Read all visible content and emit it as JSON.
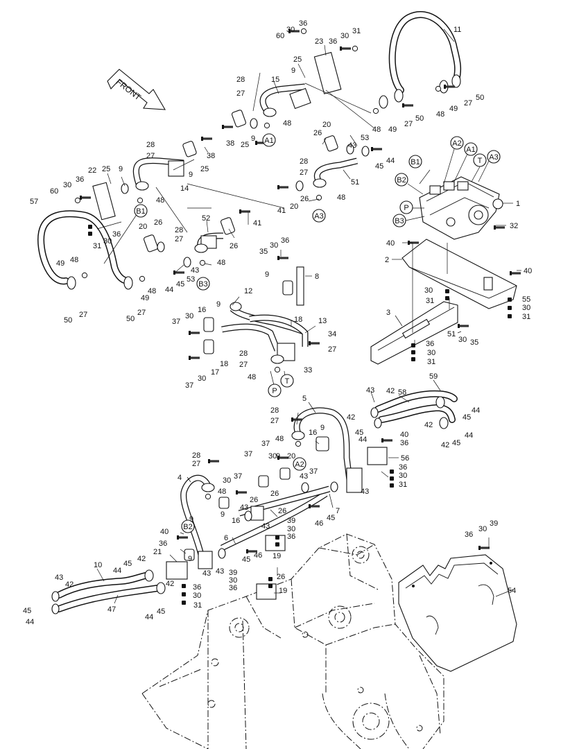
{
  "diagram": {
    "direction_arrow": {
      "label": "FRONT"
    },
    "callouts": {
      "c11": "11",
      "c36a": "36",
      "c30a": "30",
      "c60a": "60",
      "c23": "23",
      "c36b": "36",
      "c30b": "30",
      "c31a": "31",
      "c25a": "25",
      "c9a": "9",
      "c28a": "28",
      "c15": "15",
      "c27a": "27",
      "c48a": "48",
      "c49a": "49",
      "c27b": "27",
      "c50a": "50",
      "c48b": "48",
      "c49b": "49",
      "c27c": "27",
      "c50b": "50",
      "c38a": "38",
      "c25b": "25",
      "c9b": "9",
      "c48c": "48",
      "c20a": "20",
      "c26a": "26",
      "c53a": "53",
      "c43a": "43",
      "c45a": "45",
      "c44a": "44",
      "c28b": "28",
      "c27d": "27",
      "c38b": "38",
      "c25c": "25",
      "c9c": "9",
      "c14": "14",
      "c22": "22",
      "c25d": "25",
      "c9d": "9",
      "c36c": "36",
      "c30c": "30",
      "c60b": "60",
      "c48d": "48",
      "c57": "57",
      "c28c": "28",
      "c27e": "27",
      "c26b": "26",
      "c48e": "48",
      "c41a": "41",
      "c20b": "20",
      "c51a": "51",
      "c31b": "31",
      "c30d": "30",
      "c36d": "36",
      "c20c": "20",
      "c26c": "26",
      "c28d": "28",
      "c27f": "27",
      "c52": "52",
      "c41b": "41",
      "c26d": "26",
      "c35a": "35",
      "c30e": "30",
      "c36e": "36",
      "c49c": "49",
      "c48f": "48",
      "c45b": "45",
      "c53b": "53",
      "c43b": "43",
      "c48g": "48",
      "c44b": "44",
      "c48h": "48",
      "c49d": "49",
      "c27g": "27",
      "c50c": "50",
      "c50d": "50",
      "c27h": "27",
      "c9e": "9",
      "c8": "8",
      "c12": "12",
      "c9f": "9",
      "c16a": "16",
      "c18a": "18",
      "c13": "13",
      "c37a": "37",
      "c30f": "30",
      "c34": "34",
      "c27i": "27",
      "c28e": "28",
      "c27j": "27",
      "c17": "17",
      "c18b": "18",
      "c33": "33",
      "c48i": "48",
      "c37b": "37",
      "c30g": "30",
      "c1": "1",
      "c32": "32",
      "c40a": "40",
      "c2": "2",
      "c40b": "40",
      "c30h": "30",
      "c31c": "31",
      "c55": "55",
      "c30i": "30",
      "c31d": "31",
      "c3": "3",
      "c51b": "51",
      "c30j": "30",
      "c35b": "35",
      "c36f": "36",
      "c30k": "30",
      "c31e": "31",
      "c59": "59",
      "c43c": "43",
      "c42a": "42",
      "c58": "58",
      "c44c": "44",
      "c45c": "45",
      "c42b": "42",
      "c42c": "42",
      "c44d": "44",
      "c45d": "45",
      "c44e": "44",
      "c5": "5",
      "c28f": "28",
      "c27k": "27",
      "c48j": "48",
      "c16b": "16",
      "c9g": "9",
      "c40c": "40",
      "c36g": "36",
      "c56": "56",
      "c36h": "36",
      "c30l": "30",
      "c31f": "31",
      "c37c": "37",
      "c30m": "30",
      "c9h": "9",
      "c20d": "20",
      "c37d": "37",
      "c43d": "43",
      "c43e": "43",
      "c28g": "28",
      "c27l": "27",
      "c4": "4",
      "c30n": "30",
      "c37e": "37",
      "c48k": "48",
      "c26e": "26",
      "c26f": "26",
      "c9i": "9",
      "c43f": "43",
      "c16c": "16",
      "c7": "7",
      "c26g": "26",
      "c46a": "46",
      "c45e": "45",
      "c40d": "40",
      "c9j": "9",
      "c36i": "36",
      "c43g": "43",
      "c39a": "39",
      "c30o": "30",
      "c36j": "36",
      "c6": "6",
      "c45f": "45",
      "c46b": "46",
      "c19a": "19",
      "c21": "21",
      "c9k": "9",
      "c42d": "42",
      "c45g": "45",
      "c44f": "44",
      "c43h": "43",
      "c10": "10",
      "c36k": "36",
      "c43i": "43",
      "c39b": "39",
      "c30p": "30",
      "c36l": "36",
      "c26h": "26",
      "c19b": "19",
      "c42e": "42",
      "c36m": "36",
      "c30q": "30",
      "c31g": "31",
      "c42f": "42",
      "c47": "47",
      "c45h": "45",
      "c44g": "44",
      "c44h": "44",
      "c45i": "45",
      "c43j": "43",
      "c36n": "36",
      "c30r": "30",
      "c39c": "39",
      "c54": "54"
    },
    "port_markers": {
      "a1a": "A1",
      "b1a": "B1",
      "a3a": "A3",
      "b3a": "B3",
      "pa": "P",
      "ta": "T",
      "b1v": "B1",
      "a2v": "A2",
      "a1v": "A1",
      "tv": "T",
      "a3v": "A3",
      "b2v": "B2",
      "pv": "P",
      "b3v": "B3",
      "a2b": "A2",
      "b2b": "B2"
    }
  }
}
